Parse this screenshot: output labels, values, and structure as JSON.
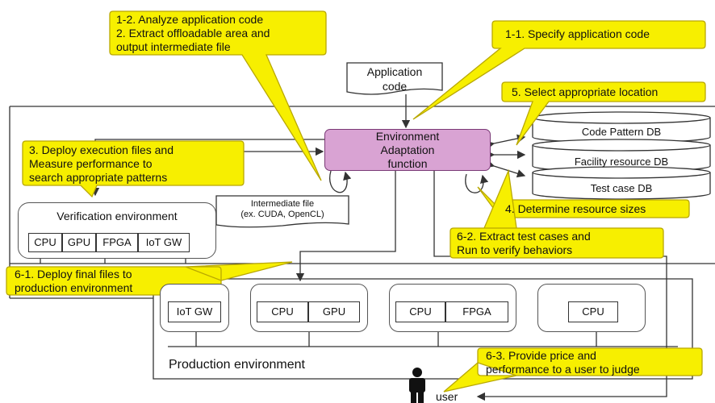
{
  "colors": {
    "callout_fill": "#f7ef00",
    "callout_stroke": "#b9a800",
    "env_fill": "#d9a3d3",
    "env_stroke": "#7a3a76",
    "line": "#333333"
  },
  "app_code": {
    "label": "Application\ncode"
  },
  "environment_function": {
    "label": "Environment\nAdaptation\nfunction"
  },
  "intermediate_file": {
    "label": "Intermediate file\n(ex. CUDA, OpenCL)"
  },
  "databases": [
    {
      "label": "Code Pattern DB"
    },
    {
      "label": "Facility resource DB"
    },
    {
      "label": "Test case DB"
    }
  ],
  "verification": {
    "title": "Verification environment",
    "chips": [
      "CPU",
      "GPU",
      "FPGA",
      "IoT GW"
    ]
  },
  "production": {
    "title": "Production environment",
    "nodes": [
      {
        "chips": [
          "IoT GW"
        ]
      },
      {
        "chips": [
          "CPU",
          "GPU"
        ]
      },
      {
        "chips": [
          "CPU",
          "FPGA"
        ]
      },
      {
        "chips": [
          "CPU"
        ]
      }
    ]
  },
  "user": {
    "label": "user",
    "icon": "person-icon"
  },
  "callouts": {
    "c12": {
      "text": "1-2. Analyze application code\n2. Extract offloadable area and\noutput intermediate file"
    },
    "c11": {
      "text": "1-1.  Specify application code"
    },
    "c5": {
      "text": "5. Select appropriate location"
    },
    "c3": {
      "text": "3. Deploy execution files and\nMeasure performance to\nsearch appropriate patterns"
    },
    "c4": {
      "text": "4. Determine resource sizes"
    },
    "c62": {
      "text": "6-2. Extract test cases and\nRun to verify behaviors"
    },
    "c61": {
      "text": "6-1. Deploy final files to\nproduction environment"
    },
    "c63": {
      "text": "6-3. Provide price and\nperformance to a user to judge"
    }
  }
}
